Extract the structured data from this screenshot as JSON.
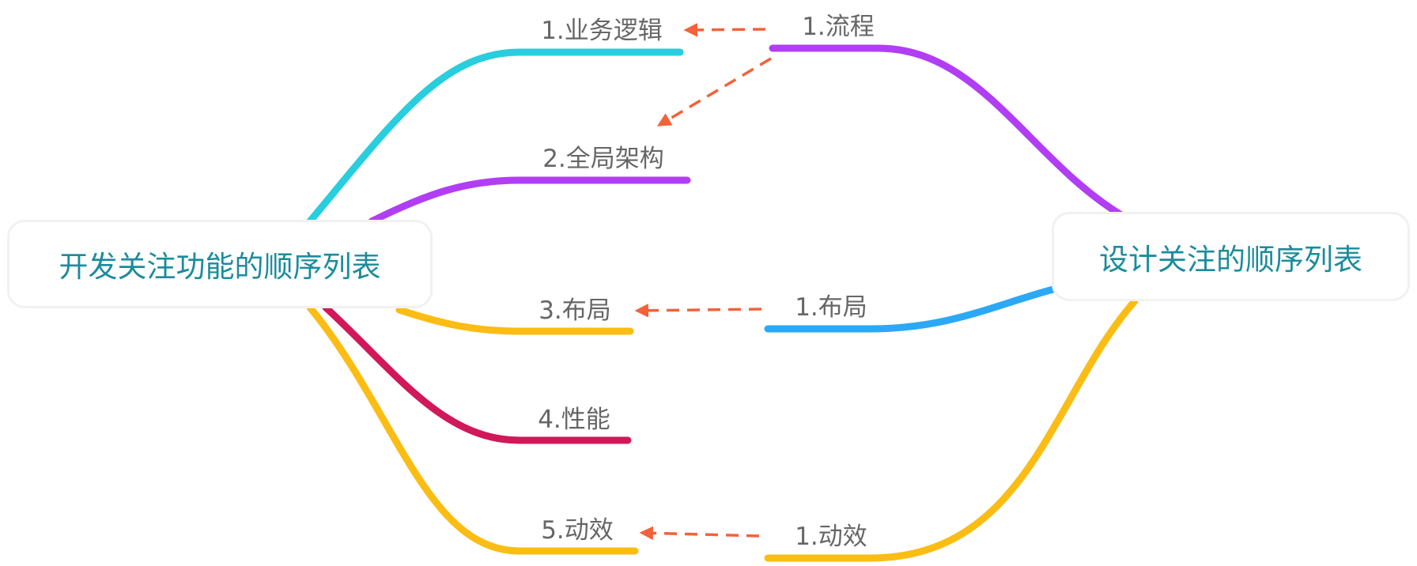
{
  "left_root": {
    "title": "开发关注功能的顺序列表"
  },
  "right_root": {
    "title": "设计关注的顺序列表"
  },
  "left_items": [
    {
      "label": "1.业务逻辑",
      "color": "#28cedd"
    },
    {
      "label": "2.全局架构",
      "color": "#b13ef4"
    },
    {
      "label": "3.布局",
      "color": "#fbbd14"
    },
    {
      "label": "4.性能",
      "color": "#d0185a"
    },
    {
      "label": "5.动效",
      "color": "#fbbd14"
    }
  ],
  "right_items": [
    {
      "label": "1.流程",
      "color": "#b13ef4"
    },
    {
      "label": "1.布局",
      "color": "#2ba9f6"
    },
    {
      "label": "1.动效",
      "color": "#fbbd14"
    }
  ],
  "relations": [
    {
      "from": "1.流程",
      "to": "1.业务逻辑"
    },
    {
      "from": "1.流程",
      "to": "2.全局架构"
    },
    {
      "from": "1.布局",
      "to": "3.布局"
    },
    {
      "from": "1.动效",
      "to": "5.动效"
    }
  ],
  "arrow_color": "#f4623a"
}
